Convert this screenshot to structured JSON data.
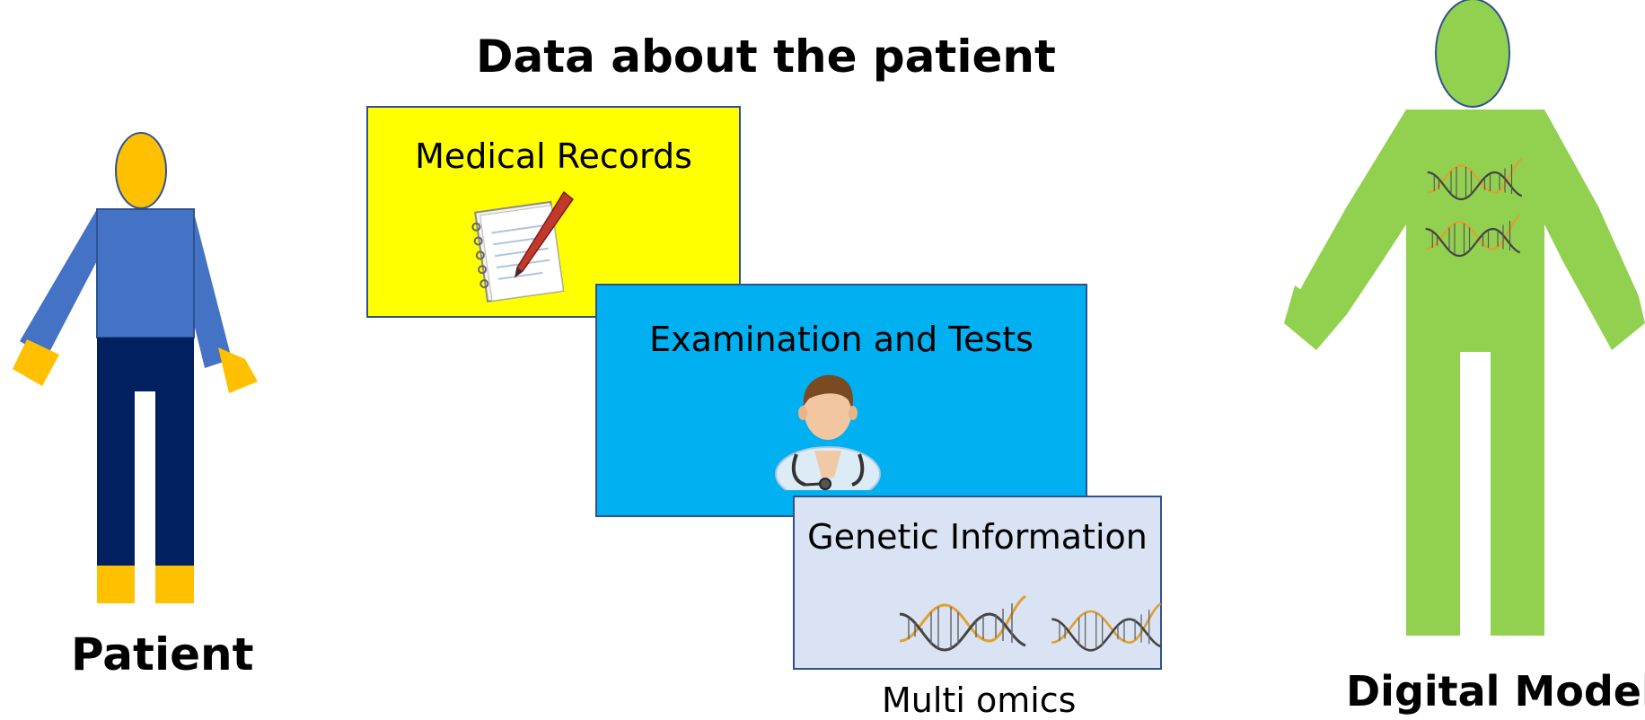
{
  "title": "Data about the patient",
  "patient": {
    "label": "Patient"
  },
  "digital_model": {
    "label": "Digital Model"
  },
  "cards": {
    "medical_records": {
      "title": "Medical Records",
      "color": "#ffff00"
    },
    "examination": {
      "title": "Examination and Tests",
      "color": "#00b0f0"
    },
    "genetic": {
      "title": "Genetic Information",
      "color": "#dae3f3"
    }
  },
  "caption": "Multi omics",
  "colors": {
    "patient_head": "#ffc000",
    "patient_torso": "#4472c4",
    "patient_legs": "#002060",
    "patient_hands_feet": "#ffc000",
    "model_body": "#92d050",
    "outline": "#2f528f"
  },
  "icons": {
    "records": "notepad-pencil-icon",
    "examination": "doctor-icon",
    "genetic": "dna-helix-icon"
  }
}
